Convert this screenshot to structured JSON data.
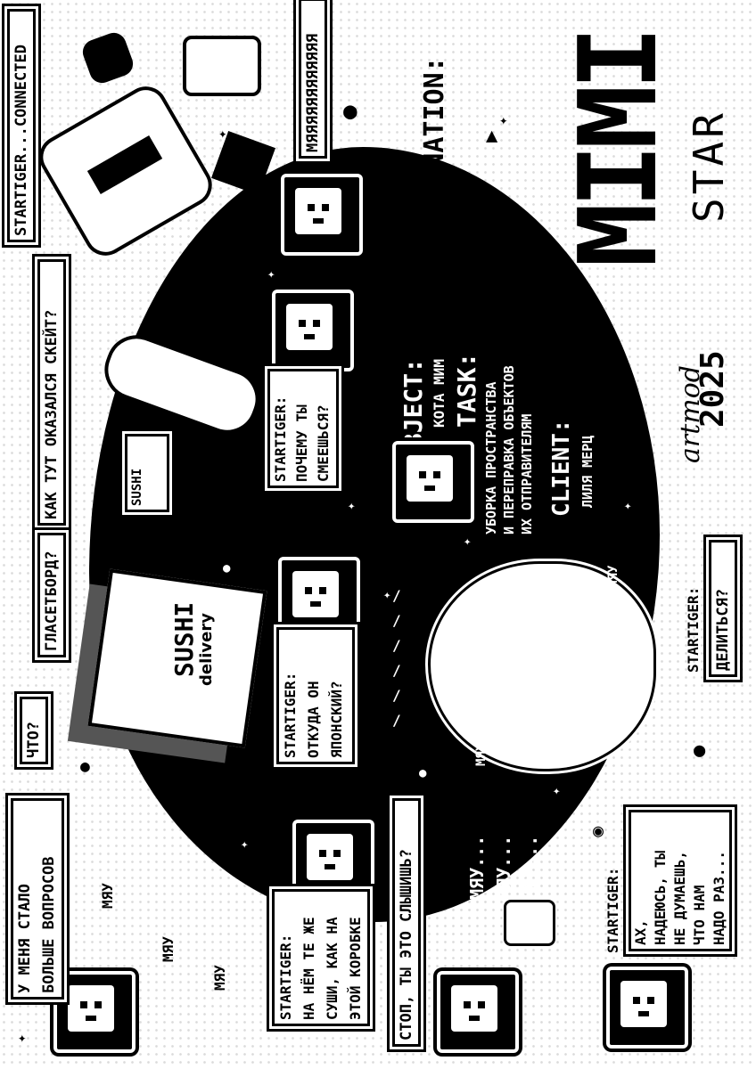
{
  "title": {
    "logo": "MIMI",
    "subtitle": "STAR",
    "signature": "artmod",
    "year": "2025"
  },
  "labels": {
    "destination": "DESTINATION:",
    "object": "OBJECT:",
    "object_value": "КОТА МИМ",
    "task": "TASK:",
    "task_lines": [
      "УБОРКА ПРОСТРАНСТВА",
      "И ПЕРЕПРАВКА ОБЪЕКТОВ",
      "ИХ ОТПРАВИТЕЛЯМ"
    ],
    "client": "CLIENT:",
    "client_value": "ЛИЛЯ МЕРЦ"
  },
  "texts": {
    "connected": "STARTIGER...CONNECTED",
    "meow_long": "МЯЯЯЯЯЯЯЯЯЯЯЯ",
    "where_sneakers": "КАК ТУТ ОКАЗАЛСЯ СКЕЙТ?",
    "skate_box": "SUSHI",
    "sushi_brand": "SUSHI",
    "sushi_sub": "delivery",
    "cheburek": "ГЛАСЕТБОРД?",
    "what": "ЧТО?",
    "more_questions_1": "У МЕНЯ СТАЛО",
    "more_questions_2": "БОЛЬШЕ ВОПРОСОВ",
    "meow1": "МЯУ",
    "meow2": "МЯУ",
    "meow3": "МЯУ",
    "st_q1_name": "STARTIGER:",
    "st_q1_l1": "ПОЧЕМУ ТЫ",
    "st_q1_l2": "СМЕЕШЬСЯ?",
    "st_q2_name": "STARTIGER:",
    "st_q2_l1": "ОТКУДА ОН",
    "st_q2_l2": "ЯПОНСКИЙ?",
    "st_q3_name": "STARTIGER:",
    "st_q3_l1": "НА НЁМ ТЕ ЖЕ",
    "st_q3_l2": "СУШИ, КАК НА",
    "st_q3_l3": "ЭТОЙ КОРОБКЕ",
    "stop": "СТОП, ТЫ ЭТО СЛЫШИШЬ?",
    "meow_stack": [
      "МЯУ...",
      "МЯУ...",
      "МЯУ..."
    ],
    "meow_small": "МЯУ",
    "meow_egg": "МЯУ",
    "st_share_name": "STARTIGER:",
    "st_share": "ДЕЛИТЬСЯ?",
    "st_last_name": "STARTIGER:",
    "st_last": [
      "АХ,",
      "НАДЕЮСЬ, ТЫ",
      "НЕ ДУМАЕШЬ,",
      "ЧТО НАМ",
      "НАДО РАЗ..."
    ]
  }
}
